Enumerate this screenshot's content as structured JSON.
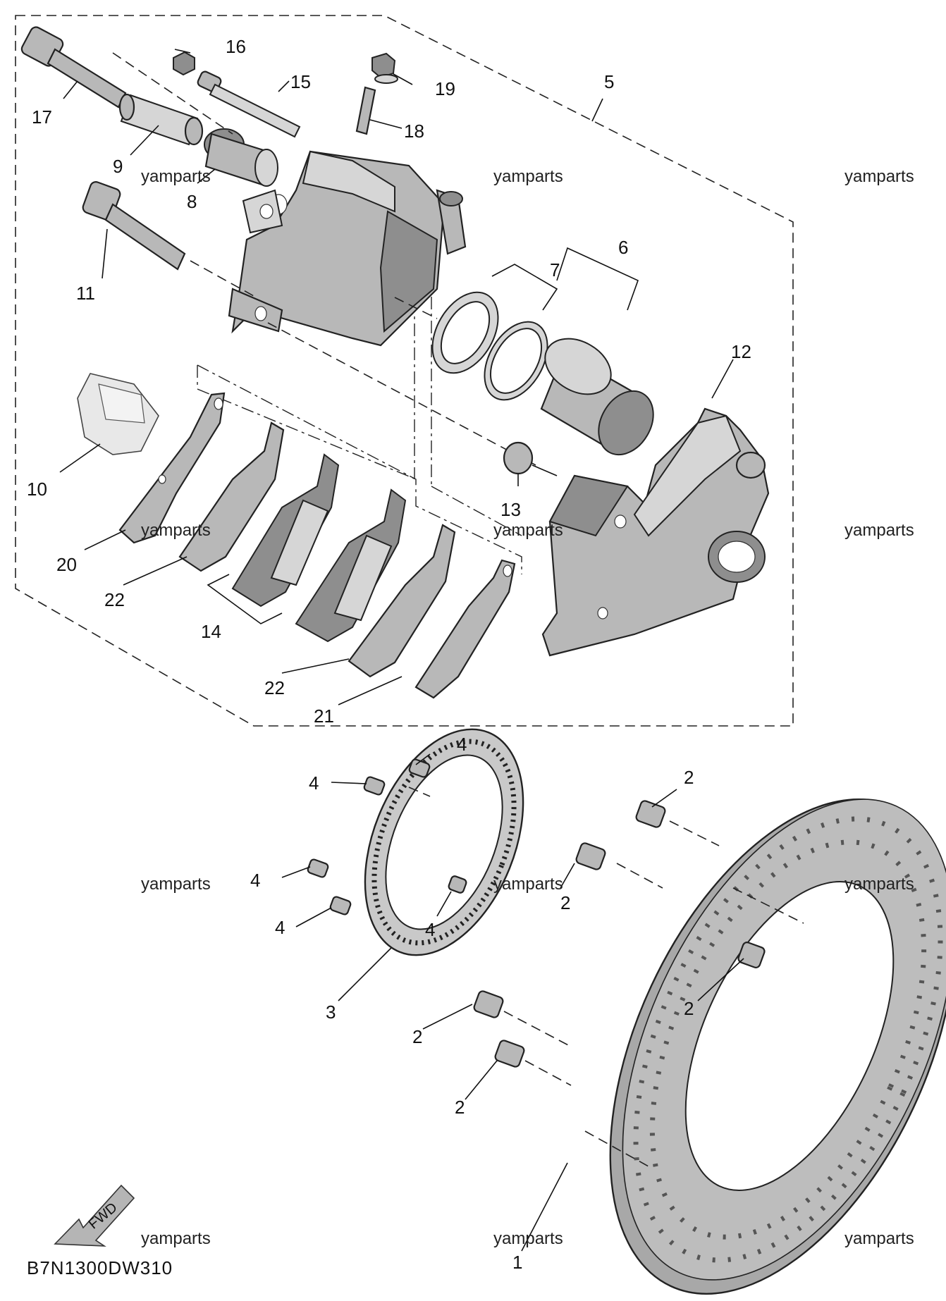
{
  "diagram_code": "B7N1300DW310",
  "watermark_text": "yamparts",
  "fwd_label": "FWD",
  "callouts": [
    "1",
    "2",
    "2",
    "2",
    "2",
    "2",
    "2",
    "3",
    "4",
    "4",
    "4",
    "4",
    "4",
    "5",
    "6",
    "7",
    "8",
    "9",
    "10",
    "11",
    "12",
    "13",
    "14",
    "15",
    "16",
    "17",
    "18",
    "19",
    "20",
    "21",
    "22",
    "22"
  ],
  "colors": {
    "line": "#222222",
    "part_fill": "#b8b8b8",
    "background": "#ffffff"
  }
}
